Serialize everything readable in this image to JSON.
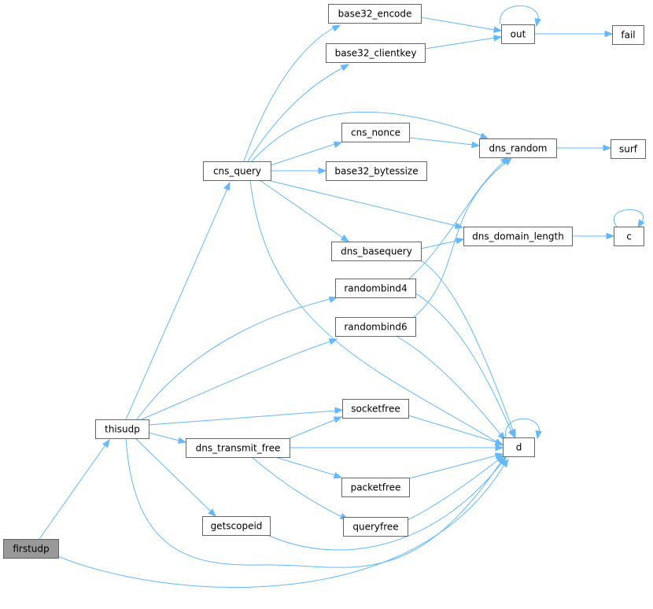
{
  "diagram": {
    "colors": {
      "edge": "#63b8ff",
      "node_border": "#666666",
      "node_fill": "#ffffff",
      "root_fill": "#999999",
      "text": "#000000"
    },
    "nodes": [
      {
        "id": "firstudp",
        "label": "firstudp",
        "root": true
      },
      {
        "id": "thisudp",
        "label": "thisudp"
      },
      {
        "id": "cns_query",
        "label": "cns_query"
      },
      {
        "id": "base32_encode",
        "label": "base32_encode"
      },
      {
        "id": "base32_clientkey",
        "label": "base32_clientkey"
      },
      {
        "id": "out",
        "label": "out"
      },
      {
        "id": "fail",
        "label": "fail"
      },
      {
        "id": "cns_nonce",
        "label": "cns_nonce"
      },
      {
        "id": "dns_random",
        "label": "dns_random"
      },
      {
        "id": "surf",
        "label": "surf"
      },
      {
        "id": "base32_bytessize",
        "label": "base32_bytessize"
      },
      {
        "id": "dns_basequery",
        "label": "dns_basequery"
      },
      {
        "id": "dns_domain_length",
        "label": "dns_domain_length"
      },
      {
        "id": "c",
        "label": "c"
      },
      {
        "id": "randombind4",
        "label": "randombind4"
      },
      {
        "id": "randombind6",
        "label": "randombind6"
      },
      {
        "id": "socketfree",
        "label": "socketfree"
      },
      {
        "id": "dns_transmit_free",
        "label": "dns_transmit_free"
      },
      {
        "id": "d",
        "label": "d"
      },
      {
        "id": "packetfree",
        "label": "packetfree"
      },
      {
        "id": "getscopeid",
        "label": "getscopeid"
      },
      {
        "id": "queryfree",
        "label": "queryfree"
      }
    ],
    "edges": [
      [
        "firstudp",
        "thisudp"
      ],
      [
        "firstudp",
        "d"
      ],
      [
        "thisudp",
        "cns_query"
      ],
      [
        "thisudp",
        "randombind4"
      ],
      [
        "thisudp",
        "randombind6"
      ],
      [
        "thisudp",
        "socketfree"
      ],
      [
        "thisudp",
        "dns_transmit_free"
      ],
      [
        "thisudp",
        "getscopeid"
      ],
      [
        "thisudp",
        "d"
      ],
      [
        "cns_query",
        "base32_encode"
      ],
      [
        "cns_query",
        "base32_clientkey"
      ],
      [
        "cns_query",
        "dns_random"
      ],
      [
        "cns_query",
        "cns_nonce"
      ],
      [
        "cns_query",
        "base32_bytessize"
      ],
      [
        "cns_query",
        "dns_domain_length"
      ],
      [
        "cns_query",
        "dns_basequery"
      ],
      [
        "cns_query",
        "d"
      ],
      [
        "base32_encode",
        "out"
      ],
      [
        "base32_clientkey",
        "out"
      ],
      [
        "out",
        "out"
      ],
      [
        "out",
        "fail"
      ],
      [
        "cns_nonce",
        "dns_random"
      ],
      [
        "dns_random",
        "surf"
      ],
      [
        "dns_basequery",
        "dns_domain_length"
      ],
      [
        "dns_basequery",
        "d"
      ],
      [
        "dns_domain_length",
        "c"
      ],
      [
        "c",
        "c"
      ],
      [
        "randombind4",
        "dns_random"
      ],
      [
        "randombind4",
        "d"
      ],
      [
        "randombind6",
        "dns_random"
      ],
      [
        "randombind6",
        "d"
      ],
      [
        "socketfree",
        "d"
      ],
      [
        "dns_transmit_free",
        "socketfree"
      ],
      [
        "dns_transmit_free",
        "d"
      ],
      [
        "dns_transmit_free",
        "packetfree"
      ],
      [
        "dns_transmit_free",
        "queryfree"
      ],
      [
        "packetfree",
        "d"
      ],
      [
        "queryfree",
        "d"
      ],
      [
        "getscopeid",
        "d"
      ],
      [
        "d",
        "d"
      ]
    ]
  }
}
